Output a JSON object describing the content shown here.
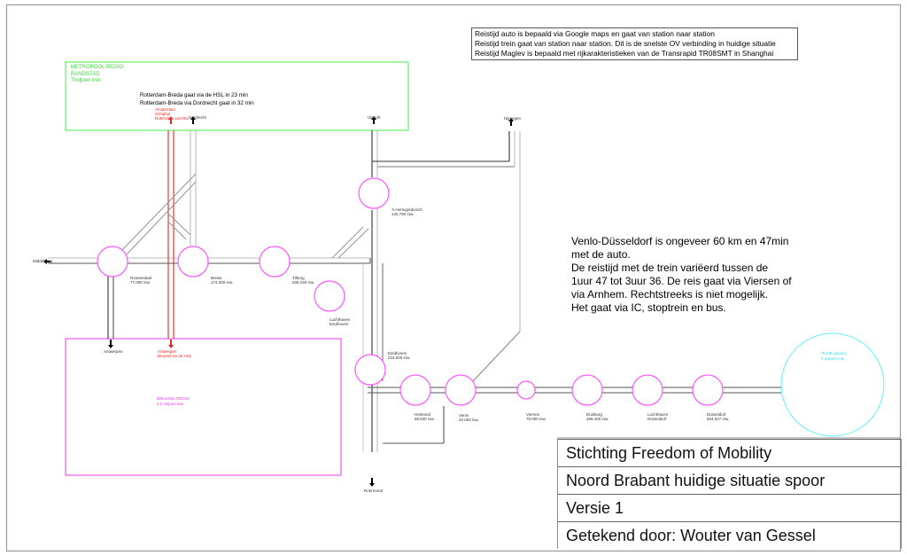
{
  "notes_box": {
    "lines": [
      "Reistijd auto is bepaald via Google maps en gaat van station naar station",
      "Reistijd trein gaat van station naar station. Dit is de snelste OV verbinding in huidige situatie",
      "Reistijd Maglev is bepaald met rijkarakteristieken van de Transrapid TR08SMT in Shanghai"
    ]
  },
  "regions": {
    "randstad": {
      "lines": [
        "METROPOOL REGIO",
        "RANDSTAD",
        "7miljoen inw."
      ],
      "color": "#33dd33"
    },
    "brussel": {
      "lines": [
        "BRUSSEL REGIO",
        "1,2 miljoen inw."
      ],
      "color": "#ee33ee"
    },
    "ruhr": {
      "lines": [
        "RUHR gebied",
        "5 miljoen inw."
      ],
      "color": "#33ddee"
    }
  },
  "hsl_notes": [
    "Rotterdam-Breda gaat via de HSL in 23 min",
    "Rotterdam-Breda via Dordrecht gaat in 32 min"
  ],
  "destinations": {
    "hsl_north": [
      "Amsterdam",
      "Schiphol",
      "Rotterdam via HSL"
    ],
    "dordrecht": "Dordrecht",
    "utrecht": "Utrecht",
    "nijmegen": "Nijmegen",
    "middelburg": "Middelburg",
    "antwerpen": "Antwerpen",
    "hsl_south": [
      "Antwerpen",
      "Brussel via de HSL"
    ],
    "roermond": "Roermond"
  },
  "stations": [
    {
      "name": "Roosendaal",
      "pop": "77.000 inw."
    },
    {
      "name": "Breda",
      "pop": "174.000 inw."
    },
    {
      "name": "Tilburg",
      "pop": "206.240 inw."
    },
    {
      "name": "Luchthaven",
      "pop": "Eindhoven"
    },
    {
      "name": "'s Hertogenbosch",
      "pop": "140.780 inw."
    },
    {
      "name": "Eindhoven",
      "pop": "216.000 inw."
    },
    {
      "name": "Helmond",
      "pop": "89.830 inw."
    },
    {
      "name": "Venlo",
      "pop": "40.000 inw."
    },
    {
      "name": "Viersen",
      "pop": "75.000 inw."
    },
    {
      "name": "Duisburg",
      "pop": "488.400 inw."
    },
    {
      "name": "Luchthaven",
      "pop": "Düsseldorf"
    },
    {
      "name": "Düsseldorf",
      "pop": "604.527 inw."
    }
  ],
  "info_note": {
    "lines": [
      "Venlo-Düsseldorf is ongeveer 60 km en 47min",
      "met de auto.",
      "De reistijd met de trein variëerd tussen de",
      "1uur 47 tot 3uur 36. De reis gaat via Viersen of",
      "via Arnhem. Rechtstreeks is niet mogelijk.",
      "Het gaat via IC, stoptrein en bus."
    ]
  },
  "title_block": {
    "organisation": "Stichting Freedom of Mobility",
    "title": "Noord Brabant huidige situatie spoor",
    "version": "Versie 1",
    "author": "Getekend door: Wouter van Gessel"
  },
  "colors": {
    "station": "#ff55ff",
    "hsl": "#ee2222",
    "track_dark": "#444444",
    "track_light": "#bbbbbb",
    "randstad": "#33dd33",
    "brussel": "#ee33ee",
    "ruhr": "#33ddee"
  }
}
